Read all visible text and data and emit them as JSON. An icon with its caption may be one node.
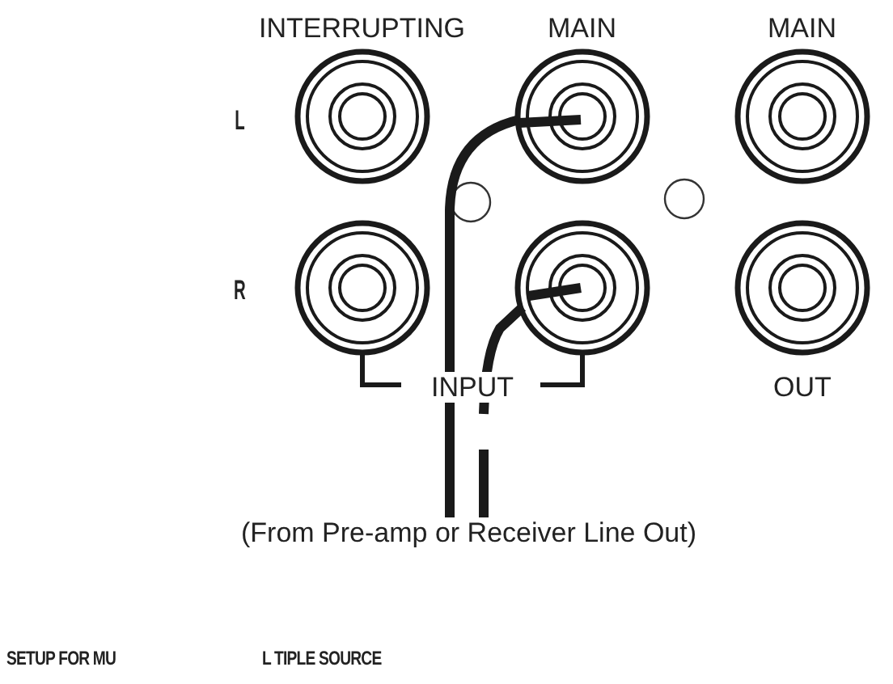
{
  "diagram": {
    "caption": "(From Pre-amp or Receiver Line Out)",
    "nodes": [
      {
        "text": [],
        "shape": "circle"
      },
      {
        "text": [],
        "shape": "circle"
      },
      {
        "text": [],
        "shape": "circle"
      },
      {
        "text": [],
        "shape": "circle"
      },
      {
        "text": [],
        "shape": "circle"
      },
      {
        "text": [],
        "shape": "circle"
      }
    ],
    "edges": [
      {
        "from": null,
        "to": 1,
        "arrow": "none"
      },
      {
        "from": null,
        "to": 4,
        "arrow": "none",
        "style": "dashed"
      }
    ],
    "labels": [
      "INTERRUPTING",
      "MAIN",
      "MAIN",
      "L",
      "R",
      "INPUT",
      "OUT",
      "SETUP FOR MU",
      "L TIPLE SOURCE"
    ]
  }
}
